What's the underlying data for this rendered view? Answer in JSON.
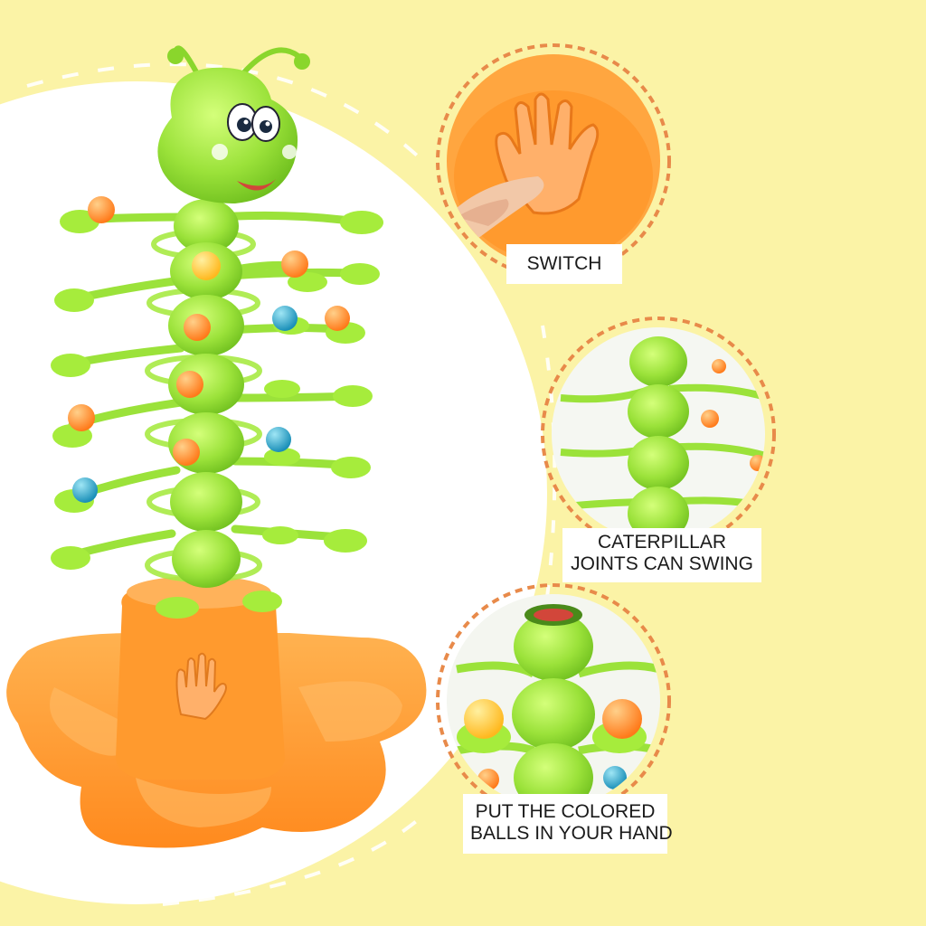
{
  "labels": {
    "switch": "SWITCH",
    "caterpillar_line1": "CATERPILLAR",
    "caterpillar_line2": "JOINTS CAN SWING",
    "balls_line1": "PUT THE COLORED",
    "balls_line2": "BALLS IN YOUR HAND"
  },
  "colors": {
    "background": "#fbf3a6",
    "caterpillar_green": "#9be23a",
    "base_orange": "#ff9a2e",
    "callout_border": "#e88a4a",
    "ball_orange": "#ff8a2a",
    "ball_yellow": "#ffc83a",
    "ball_blue": "#2aa3c9"
  }
}
